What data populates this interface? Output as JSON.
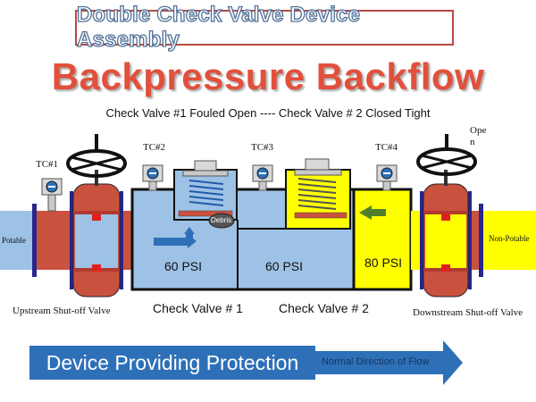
{
  "title": "Double Check Valve Device Assembly",
  "main_title": "Backpressure Backflow",
  "subtitle": "Check Valve #1 Fouled Open  ---- Check Valve # 2 Closed Tight",
  "test_cocks": [
    "TC#1",
    "TC#2",
    "TC#3",
    "TC#4"
  ],
  "open_label": "Ope\nn",
  "pipe_labels": {
    "left": "Potable",
    "right": "Non-Potable"
  },
  "debris_label": "Debris",
  "pressures": [
    "60 PSI",
    "60 PSI",
    "80 PSI"
  ],
  "valve_labels": {
    "upstream": "Upstream  Shut-off  Valve",
    "downstream": "Downstream  Shut-off  Valve",
    "check1": "Check Valve # 1",
    "check2": "Check Valve # 2"
  },
  "device_label": "Device Providing Protection",
  "flow_label": "Normal Direction of Flow",
  "colors": {
    "blue_water": "#9ec2e6",
    "yellow_water": "#ffff00",
    "red_pipe": "#c9523f",
    "title_red": "#e2503c",
    "device_blue": "#2e70b8"
  }
}
